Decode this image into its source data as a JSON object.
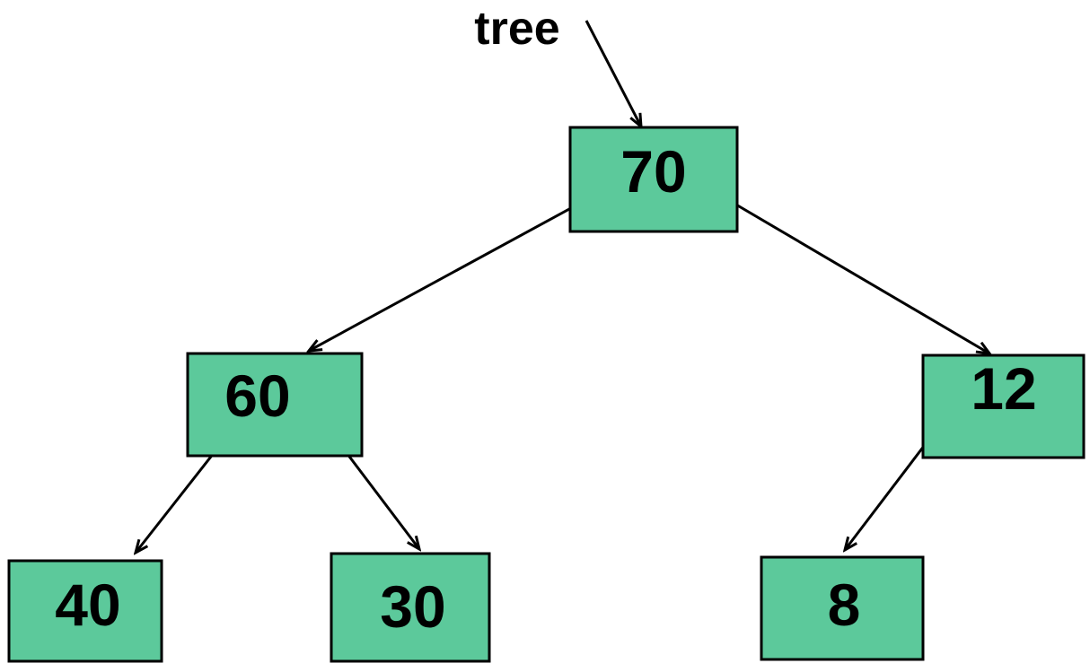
{
  "diagram": {
    "type": "binary-tree",
    "pointer_label": "tree",
    "colors": {
      "node_fill": "#5cc99b",
      "node_stroke": "#000000",
      "arrow": "#000000",
      "text": "#000000",
      "background": "#ffffff"
    },
    "nodes": [
      {
        "id": "root",
        "value": "70"
      },
      {
        "id": "root-left",
        "value": "60"
      },
      {
        "id": "root-right",
        "value": "12"
      },
      {
        "id": "root-left-left",
        "value": "40"
      },
      {
        "id": "root-left-right",
        "value": "30"
      },
      {
        "id": "root-right-left",
        "value": "8"
      }
    ],
    "edges": [
      {
        "from": "tree",
        "to": "70"
      },
      {
        "from": "70",
        "to": "60"
      },
      {
        "from": "70",
        "to": "12"
      },
      {
        "from": "60",
        "to": "40"
      },
      {
        "from": "60",
        "to": "30"
      },
      {
        "from": "12",
        "to": "8"
      }
    ],
    "tree_structure": {
      "value": "70",
      "left": {
        "value": "60",
        "left": {
          "value": "40"
        },
        "right": {
          "value": "30"
        }
      },
      "right": {
        "value": "12",
        "left": {
          "value": "8"
        }
      }
    }
  }
}
